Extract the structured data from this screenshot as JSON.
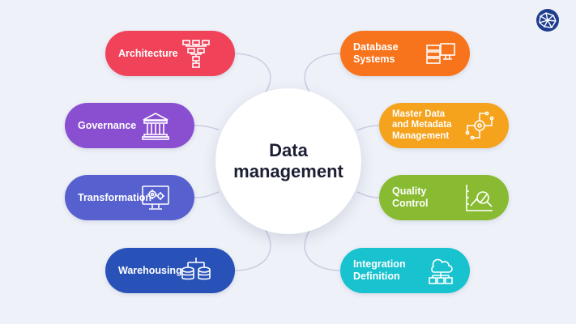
{
  "center": {
    "title": "Data\nmanagement"
  },
  "colors": {
    "background": "#eef1f8",
    "connector": "#c9cde0",
    "logo": "#1e3d8f"
  },
  "topics": {
    "architecture": {
      "label": "Architecture",
      "color": "#f0435a",
      "icon": "hierarchy-icon"
    },
    "governance": {
      "label": "Governance",
      "color": "#8a4fd1",
      "icon": "courthouse-icon"
    },
    "transformation": {
      "label": "Transformation",
      "color": "#5661cf",
      "icon": "gear-monitor-icon"
    },
    "warehousing": {
      "label": "Warehousing",
      "color": "#2952b8",
      "icon": "database-network-icon"
    },
    "database_systems": {
      "label": "Database\nSystems",
      "color": "#f7741d",
      "icon": "servers-monitor-icon"
    },
    "master_data": {
      "label": "Master Data\nand Metadata\nManagement",
      "color": "#f5a21c",
      "icon": "circuit-gear-icon"
    },
    "quality_control": {
      "label": "Quality\nControl",
      "color": "#88bb32",
      "icon": "chart-magnifier-icon"
    },
    "integration": {
      "label": "Integration\nDefinition",
      "color": "#18c2cf",
      "icon": "cloud-database-icon"
    }
  }
}
